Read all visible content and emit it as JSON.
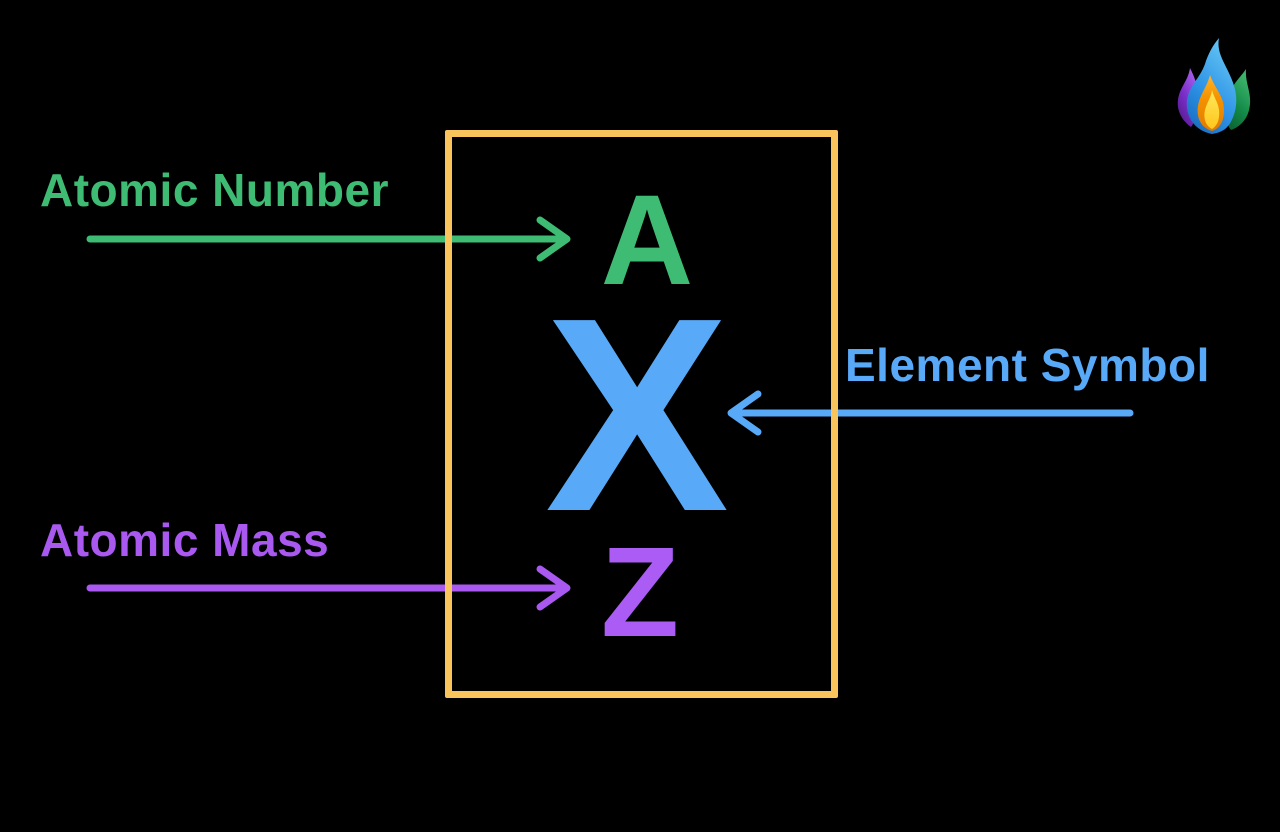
{
  "diagram": {
    "name": "element-notation-diagram",
    "background": "#000000"
  },
  "labels": {
    "atomic_number": "Atomic Number",
    "element_symbol": "Element Symbol",
    "atomic_mass": "Atomic Mass"
  },
  "notation": {
    "atomic_number_letter": "A",
    "element_symbol_letter": "X",
    "atomic_mass_letter": "Z"
  },
  "colors": {
    "background": "#000000",
    "box_border": "#F9C45C",
    "atomic_number_green": "#3EBC73",
    "element_symbol_blue": "#58A9F7",
    "atomic_mass_purple": "#A958F0"
  },
  "icons": {
    "flame_logo": "multicolor-flame-logo"
  }
}
